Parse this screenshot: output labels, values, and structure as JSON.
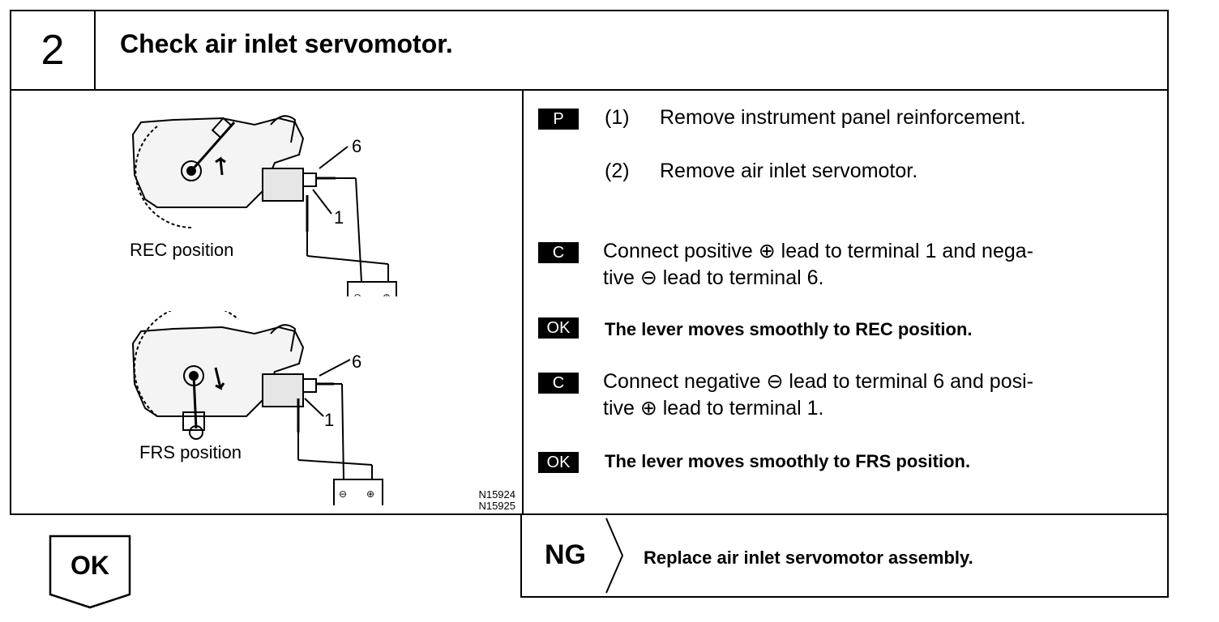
{
  "step": {
    "number": "2",
    "title": "Check air inlet servomotor."
  },
  "figures": {
    "rec": {
      "label": "REC position",
      "terminal_top": "6",
      "terminal_bottom": "1"
    },
    "frs": {
      "label": "FRS position",
      "terminal_top": "6",
      "terminal_bottom": "1"
    },
    "codes": [
      "N15924",
      "N15925"
    ]
  },
  "instructions": [
    {
      "tag": "P",
      "num": "(1)",
      "text": "Remove instrument panel reinforcement."
    },
    {
      "tag": "",
      "num": "(2)",
      "text": "Remove air inlet servomotor."
    },
    {
      "tag": "C",
      "line1": "Connect positive ⊕ lead to terminal 1 and nega-",
      "line2": "tive ⊖ lead to terminal 6."
    },
    {
      "tag": "OK",
      "text": "The lever moves smoothly to REC position."
    },
    {
      "tag": "C",
      "line1": "Connect negative ⊖ lead to terminal 6 and posi-",
      "line2": "tive ⊕ lead to terminal 1."
    },
    {
      "tag": "OK",
      "text": "The lever moves smoothly to FRS position."
    }
  ],
  "ng": {
    "label": "NG",
    "text": "Replace air inlet servomotor assembly."
  },
  "ok": {
    "label": "OK"
  }
}
